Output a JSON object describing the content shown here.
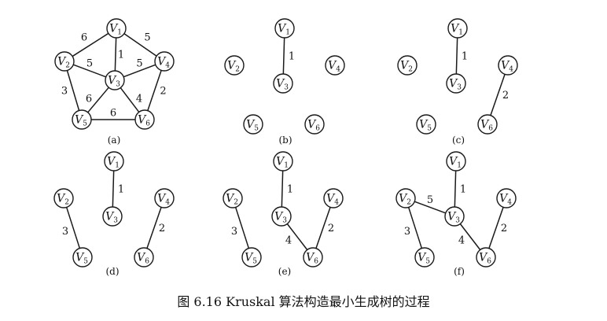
{
  "caption": "图 6.16   Kruskal 算法构造最小生成树的过程",
  "vertex_names": [
    "V1",
    "V2",
    "V3",
    "V4",
    "V5",
    "V6"
  ],
  "vertex_letter": "V",
  "panels": [
    {
      "id": "a",
      "label": "(a)",
      "edges": [
        {
          "from": "V1",
          "to": "V2",
          "weight": "6"
        },
        {
          "from": "V1",
          "to": "V3",
          "weight": "1"
        },
        {
          "from": "V1",
          "to": "V4",
          "weight": "5"
        },
        {
          "from": "V2",
          "to": "V3",
          "weight": "5"
        },
        {
          "from": "V3",
          "to": "V4",
          "weight": "5"
        },
        {
          "from": "V2",
          "to": "V5",
          "weight": "3"
        },
        {
          "from": "V3",
          "to": "V5",
          "weight": "6"
        },
        {
          "from": "V3",
          "to": "V6",
          "weight": "4"
        },
        {
          "from": "V4",
          "to": "V6",
          "weight": "2"
        },
        {
          "from": "V5",
          "to": "V6",
          "weight": "6"
        }
      ]
    },
    {
      "id": "b",
      "label": "(b)",
      "edges": [
        {
          "from": "V1",
          "to": "V3",
          "weight": "1"
        }
      ]
    },
    {
      "id": "c",
      "label": "(c)",
      "edges": [
        {
          "from": "V1",
          "to": "V3",
          "weight": "1"
        },
        {
          "from": "V4",
          "to": "V6",
          "weight": "2"
        }
      ]
    },
    {
      "id": "d",
      "label": "(d)",
      "edges": [
        {
          "from": "V1",
          "to": "V3",
          "weight": "1"
        },
        {
          "from": "V4",
          "to": "V6",
          "weight": "2"
        },
        {
          "from": "V2",
          "to": "V5",
          "weight": "3"
        }
      ]
    },
    {
      "id": "e",
      "label": "(e)",
      "edges": [
        {
          "from": "V1",
          "to": "V3",
          "weight": "1"
        },
        {
          "from": "V4",
          "to": "V6",
          "weight": "2"
        },
        {
          "from": "V2",
          "to": "V5",
          "weight": "3"
        },
        {
          "from": "V3",
          "to": "V6",
          "weight": "4"
        }
      ]
    },
    {
      "id": "f",
      "label": "(f)",
      "edges": [
        {
          "from": "V1",
          "to": "V3",
          "weight": "1"
        },
        {
          "from": "V4",
          "to": "V6",
          "weight": "2"
        },
        {
          "from": "V2",
          "to": "V5",
          "weight": "3"
        },
        {
          "from": "V3",
          "to": "V6",
          "weight": "4"
        },
        {
          "from": "V2",
          "to": "V3",
          "weight": "5"
        }
      ]
    }
  ]
}
